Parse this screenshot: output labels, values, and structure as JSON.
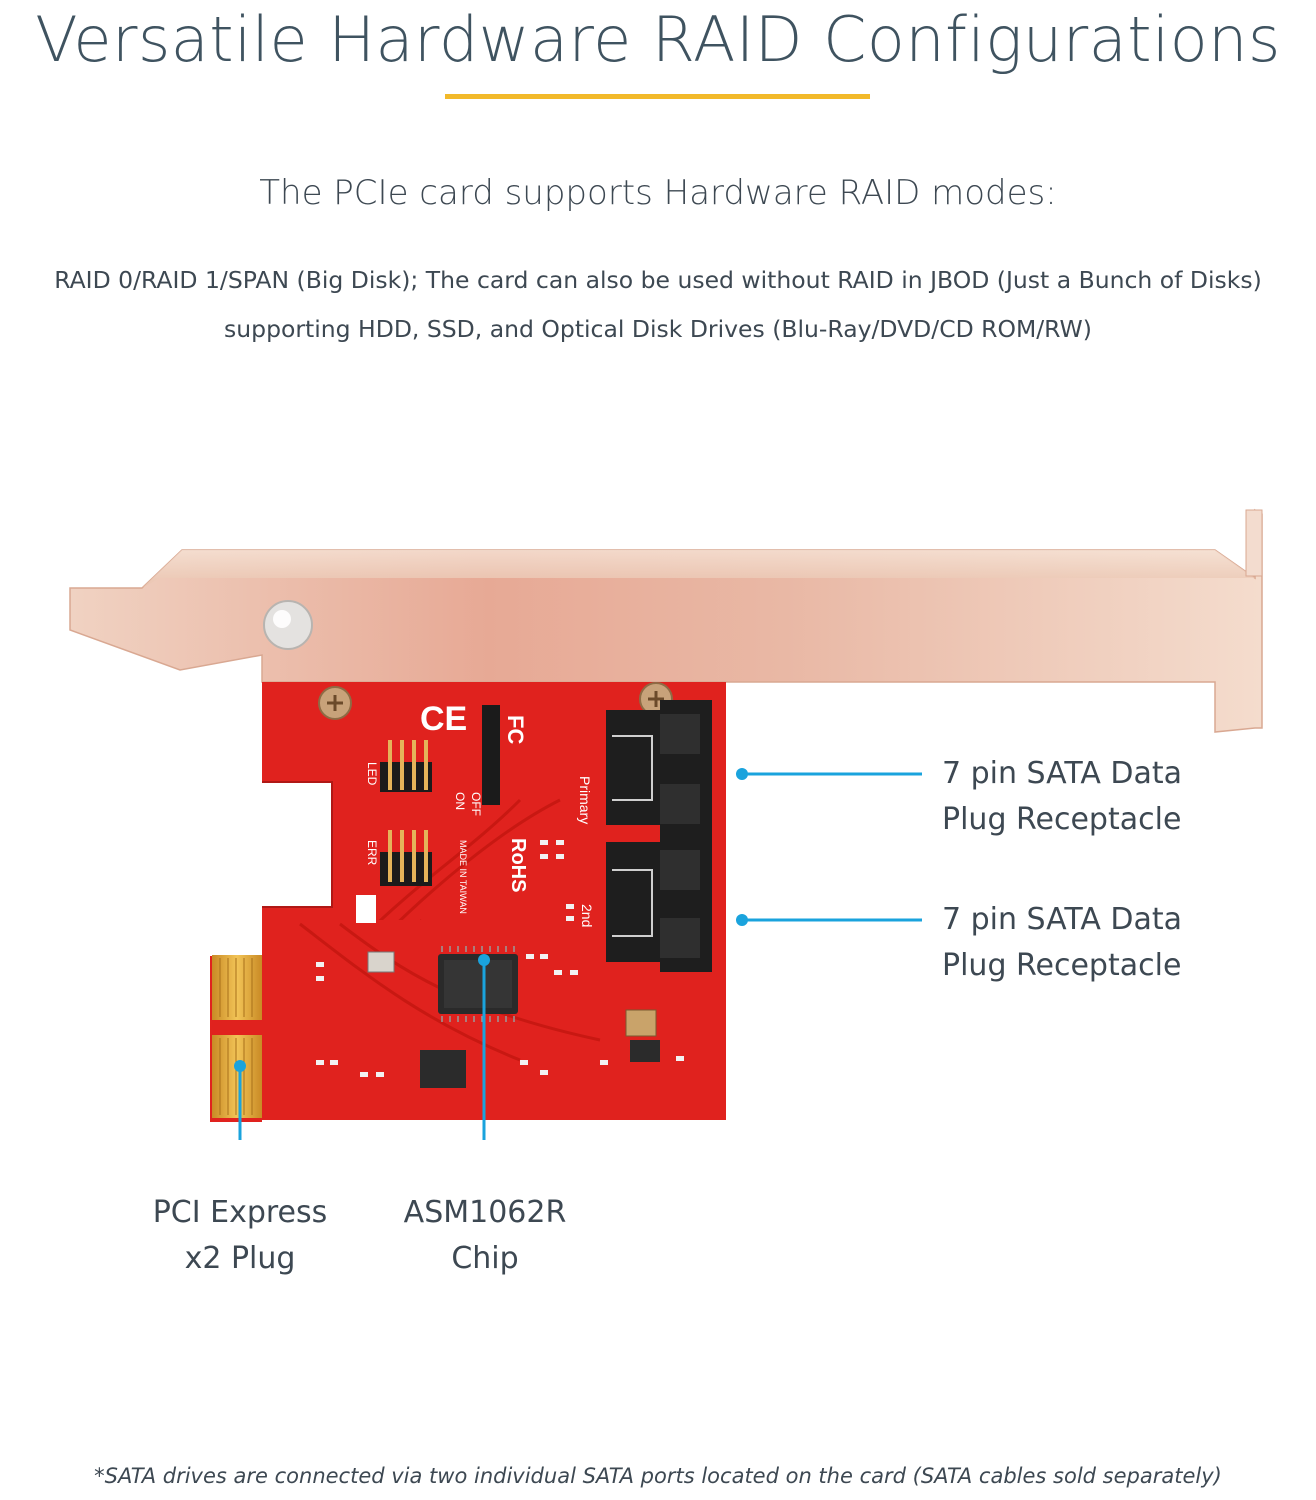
{
  "header": {
    "title": "Versatile Hardware RAID Configurations",
    "subtitle": "The PCIe card supports Hardware RAID modes:"
  },
  "description": {
    "line1": "RAID 0/RAID 1/SPAN (Big Disk); The card can also be used without RAID in JBOD (Just a Bunch of Disks)",
    "line2": "supporting HDD, SSD, and Optical Disk Drives (Blu-Ray/DVD/CD ROM/RW)"
  },
  "callouts": {
    "sata_port_1": {
      "line1": "7 pin SATA Data",
      "line2": "Plug Receptacle"
    },
    "sata_port_2": {
      "line1": "7 pin SATA Data",
      "line2": "Plug Receptacle"
    },
    "pcie_plug": {
      "line1": "PCI Express",
      "line2": "x2 Plug"
    },
    "chip": {
      "line1": "ASM1062R",
      "line2": "Chip"
    }
  },
  "board_markings": {
    "rohs": "RoHS",
    "primary": "Primary",
    "second": "2nd",
    "on": "ON",
    "off": "OFF",
    "led": "LED",
    "err": "ERR",
    "made_in": "MADE IN TAIWAN"
  },
  "footnote": "*SATA drives are connected via two individual SATA ports located on the card (SATA cables sold separately)",
  "colors": {
    "accent": "#f2b92a",
    "callout_line": "#1aa3dd",
    "pcb_red": "#e0221e",
    "bracket": "#efc9b4",
    "gold": "#d9a23a"
  }
}
